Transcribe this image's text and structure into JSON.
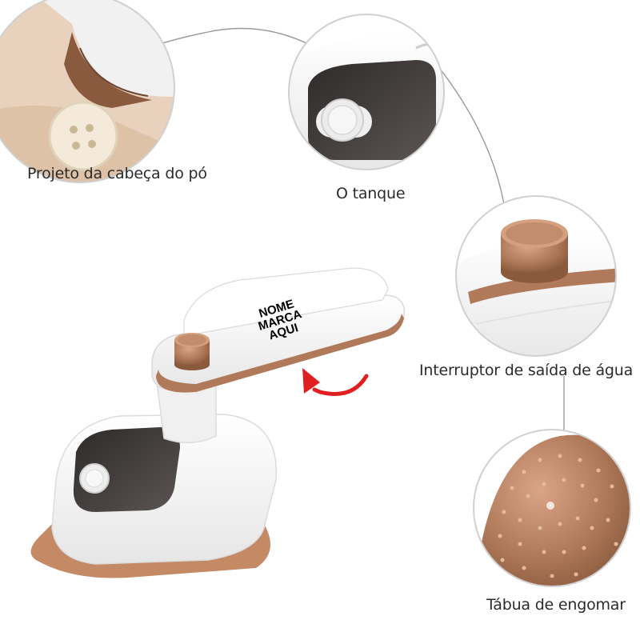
{
  "labels": {
    "head": "Projeto da cabeça do pó",
    "tank": "O tanque",
    "switch": "Interruptor de saída de água",
    "board": "Tábua de engomar"
  },
  "brand": {
    "line1": "NOME",
    "line2": "MARCA",
    "line3": "AQUI"
  },
  "colors": {
    "rose_gold": "#b07a5a",
    "tank_dark": "#3e3a39",
    "body_white": "#f5f5f5",
    "arrow_red": "#e02020"
  }
}
